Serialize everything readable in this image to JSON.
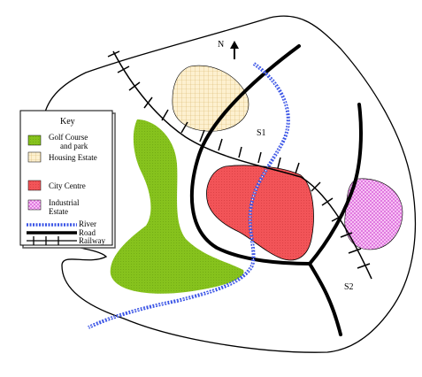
{
  "map": {
    "north_label": "N",
    "site_labels": {
      "s1": "S1",
      "s2": "S2"
    },
    "key": {
      "title": "Key",
      "items": [
        {
          "label": "Golf Course",
          "label2": "and park",
          "color": "#8cc21f"
        },
        {
          "label": "Housing Estate",
          "color": "#fbe6b3"
        },
        {
          "label": "City Centre",
          "color": "#f2575a"
        },
        {
          "label": "Industrial",
          "label2": "Estate",
          "color": "#f4a6f2"
        },
        {
          "label": "River",
          "color": "#3b55e6"
        },
        {
          "label": "Road",
          "color": "#000000"
        },
        {
          "label": "Railway",
          "color": "#000000"
        }
      ]
    }
  }
}
